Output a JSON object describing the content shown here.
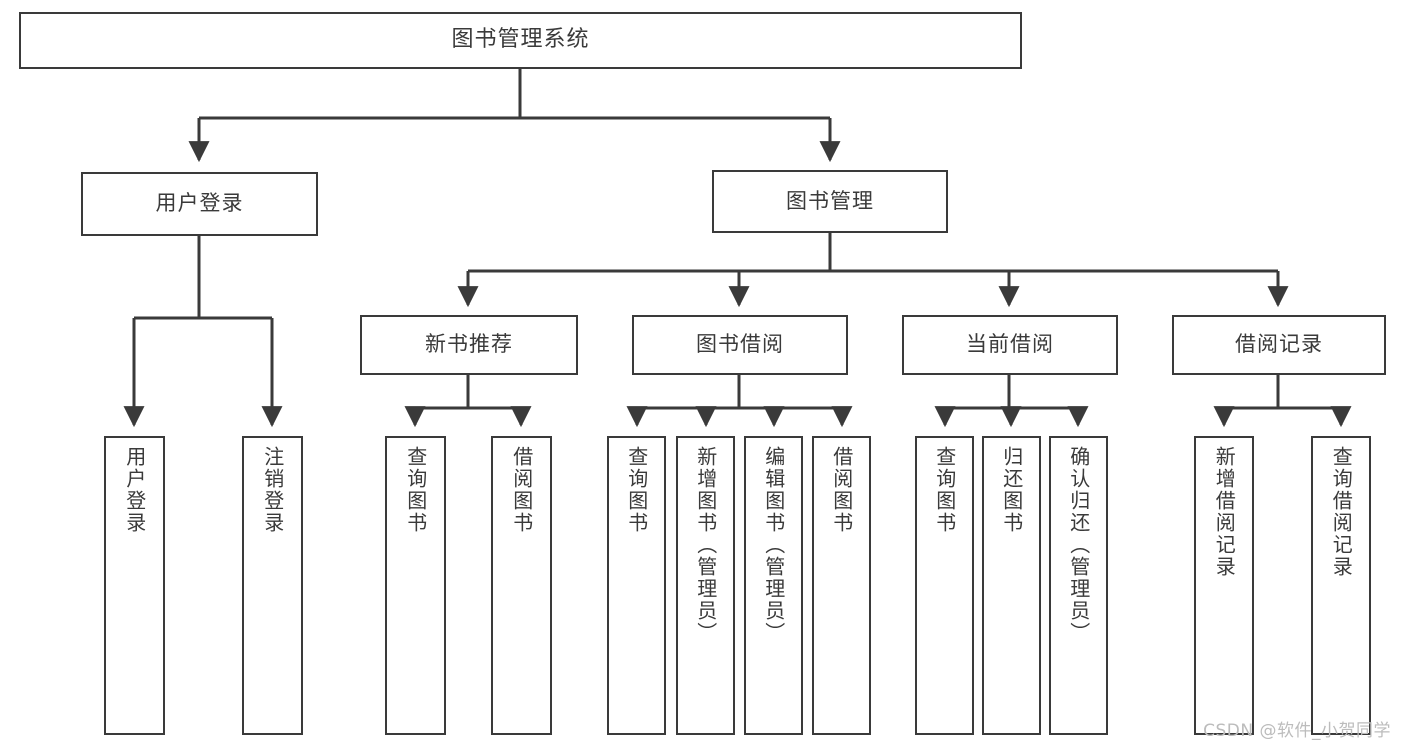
{
  "diagram": {
    "title": "图书管理系统",
    "type": "tree",
    "style": {
      "box_border_color": "#3a3a3a",
      "box_fill_color": "#ffffff",
      "connector_color": "#3a3a3a",
      "text_color": "#3a3a3a",
      "background_color": "#ffffff"
    },
    "levels": [
      {
        "level": 0,
        "nodes": [
          {
            "id": "root",
            "label": "图书管理系统"
          }
        ]
      },
      {
        "level": 1,
        "nodes": [
          {
            "id": "login",
            "label": "用户登录",
            "parent": "root"
          },
          {
            "id": "bookmgmt",
            "label": "图书管理",
            "parent": "root"
          }
        ]
      },
      {
        "level": 2,
        "nodes": [
          {
            "id": "newbook",
            "label": "新书推荐",
            "parent": "bookmgmt"
          },
          {
            "id": "borrow",
            "label": "图书借阅",
            "parent": "bookmgmt"
          },
          {
            "id": "current",
            "label": "当前借阅",
            "parent": "bookmgmt"
          },
          {
            "id": "records",
            "label": "借阅记录",
            "parent": "bookmgmt"
          }
        ]
      },
      {
        "level": 3,
        "nodes": [
          {
            "id": "leaf-1",
            "label": "用户登录",
            "parent": "login"
          },
          {
            "id": "leaf-2",
            "label": "注销登录",
            "parent": "login"
          },
          {
            "id": "leaf-3",
            "label": "查询图书",
            "parent": "newbook"
          },
          {
            "id": "leaf-4",
            "label": "借阅图书",
            "parent": "newbook"
          },
          {
            "id": "leaf-5",
            "label": "查询图书",
            "parent": "borrow"
          },
          {
            "id": "leaf-6",
            "label": "新增图书（管理员）",
            "parent": "borrow"
          },
          {
            "id": "leaf-7",
            "label": "编辑图书（管理员）",
            "parent": "borrow"
          },
          {
            "id": "leaf-8",
            "label": "借阅图书",
            "parent": "borrow"
          },
          {
            "id": "leaf-9",
            "label": "查询图书",
            "parent": "current"
          },
          {
            "id": "leaf-10",
            "label": "归还图书",
            "parent": "current"
          },
          {
            "id": "leaf-11",
            "label": "确认归还（管理员）",
            "parent": "current"
          },
          {
            "id": "leaf-12",
            "label": "新增借阅记录",
            "parent": "records"
          },
          {
            "id": "leaf-13",
            "label": "查询借阅记录",
            "parent": "records"
          }
        ]
      }
    ]
  },
  "watermark": {
    "text": "CSDN @软件_小贺同学"
  }
}
